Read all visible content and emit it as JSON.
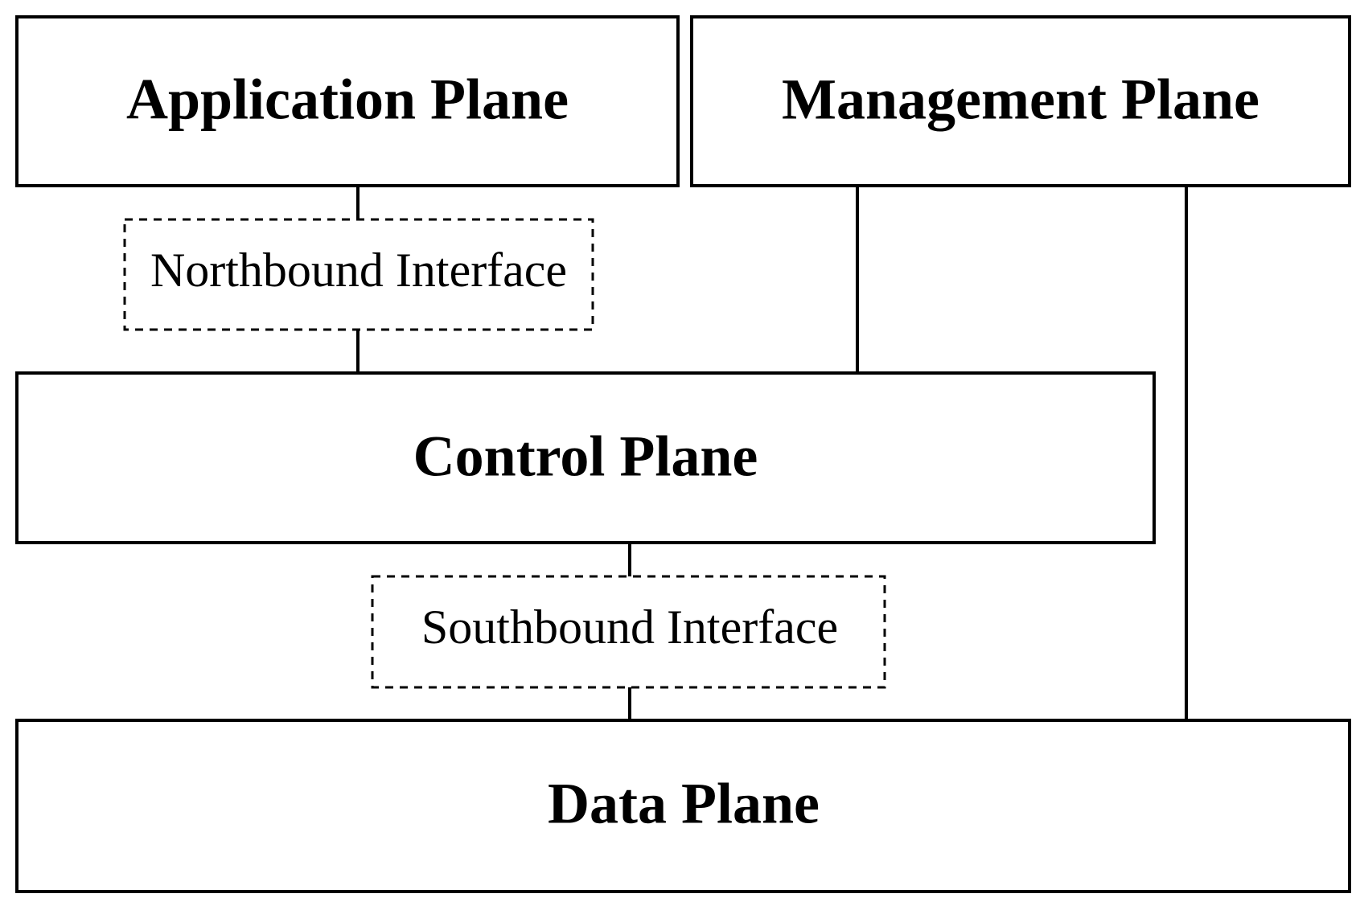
{
  "diagram": {
    "application_plane": {
      "label": "Application Plane"
    },
    "management_plane": {
      "label": "Management Plane"
    },
    "northbound_interface": {
      "label": "Northbound Interface"
    },
    "control_plane": {
      "label": "Control Plane"
    },
    "southbound_interface": {
      "label": "Southbound Interface"
    },
    "data_plane": {
      "label": "Data Plane"
    }
  },
  "colors": {
    "stroke": "#000000",
    "background": "#ffffff",
    "text": "#000000"
  }
}
